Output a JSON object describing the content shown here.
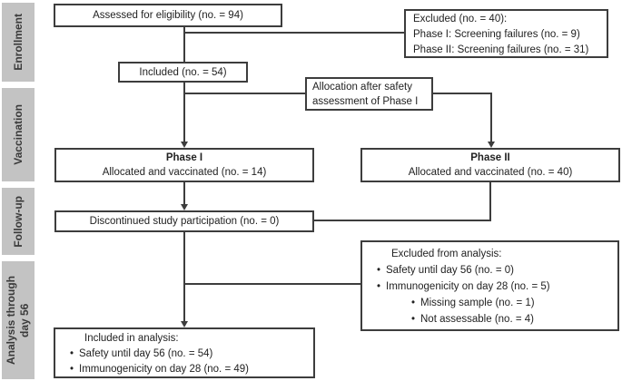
{
  "title": "Participant flow diagram (CONSORT-style)",
  "colors": {
    "bg": "#ffffff",
    "border": "#3d3d3d",
    "text": "#222222",
    "sidebar_bg": "#c3c3c3",
    "sidebar_text": "#3a3a3a"
  },
  "sidebar": {
    "stages": [
      {
        "lines": [
          "Enrollment"
        ]
      },
      {
        "lines": [
          "Vaccination"
        ]
      },
      {
        "lines": [
          "Follow-up"
        ]
      },
      {
        "lines": [
          "Analysis through",
          "day 56"
        ]
      }
    ]
  },
  "boxes": {
    "assessed": {
      "text": "Assessed for eligibility (no. = 94)"
    },
    "excluded_enrollment": {
      "lines": [
        "Excluded (no. = 40):",
        "Phase I: Screening failures (no. = 9)",
        "Phase II: Screening failures (no. = 31)"
      ]
    },
    "included": {
      "text": "Included (no. = 54)"
    },
    "allocation_note": {
      "lines": [
        "Allocation after safety",
        "assessment of Phase I"
      ]
    },
    "phase1": {
      "title": "Phase I",
      "text": "Allocated and vaccinated (no. = 14)"
    },
    "phase2": {
      "title": "Phase II",
      "text": "Allocated and vaccinated (no. = 40)"
    },
    "discontinued": {
      "text": "Discontinued study participation (no. = 0)"
    },
    "excluded_analysis": {
      "title": "Excluded from analysis:",
      "bullets": [
        "Safety until day 56 (no. = 0)",
        "Immunogenicity on day 28 (no. = 5)"
      ],
      "sub_bullets": [
        "Missing sample (no. = 1)",
        "Not assessable (no. = 4)"
      ]
    },
    "included_analysis": {
      "title": "Included in analysis:",
      "bullets": [
        "Safety until day 56 (no. = 54)",
        "Immunogenicity on day 28 (no. = 49)"
      ]
    }
  }
}
